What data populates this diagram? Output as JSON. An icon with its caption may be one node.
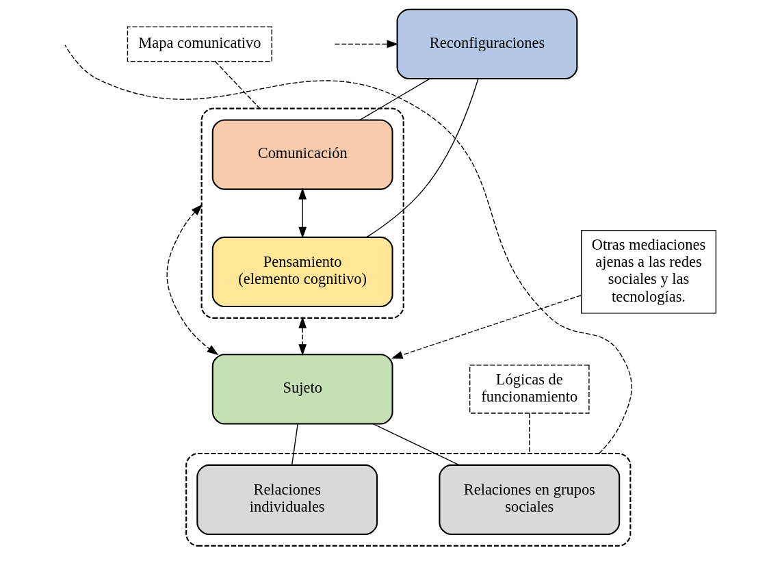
{
  "diagram": {
    "nodes": [
      {
        "text": [
          "Reconfiguraciones"
        ]
      },
      {
        "text": [],
        "shape": "box"
      },
      {
        "text": [
          "Comunicación"
        ],
        "in": 1
      },
      {
        "text": [
          "Pensamiento (elemento cognitivo)"
        ],
        "in": 1
      },
      {
        "text": [
          "Mapa comunicativo"
        ]
      },
      {
        "text": [
          "Sujeto"
        ]
      },
      {
        "text": [
          "Otras mediaciones ajenas a las redes sociales y las tecnologías."
        ]
      },
      {
        "text": [
          "Lógicas de funcionamiento"
        ]
      },
      {
        "text": [],
        "shape": "box"
      },
      {
        "text": [
          "Relaciones en grupos sociales"
        ],
        "in": 8
      },
      {
        "text": [
          "Relaciones individuales"
        ],
        "in": 8
      }
    ],
    "edges": [
      {
        "from": null,
        "to": 0,
        "arrow": "to",
        "style": "dashed"
      },
      {
        "from": 0,
        "to": 2,
        "arrow": "none"
      },
      {
        "from": 0,
        "to": 3,
        "arrow": "none"
      },
      {
        "from": 2,
        "to": 3,
        "arrow": "both"
      },
      {
        "from": 4,
        "to": 1,
        "arrow": "none",
        "style": "dashed"
      },
      {
        "from": 1,
        "to": 5,
        "arrow": "both",
        "style": "dashed"
      },
      {
        "from": 1,
        "to": 5,
        "arrow": "both",
        "style": "dashed"
      },
      {
        "from": 6,
        "to": 5,
        "arrow": "to",
        "style": "dashed"
      },
      {
        "from": 5,
        "to": 9,
        "arrow": "none"
      },
      {
        "from": 5,
        "to": 10,
        "arrow": "none"
      },
      {
        "from": 7,
        "to": 8,
        "arrow": "none",
        "style": "dashed"
      },
      {
        "from": 8,
        "to": null,
        "arrow": "none",
        "style": "dashed"
      }
    ]
  }
}
